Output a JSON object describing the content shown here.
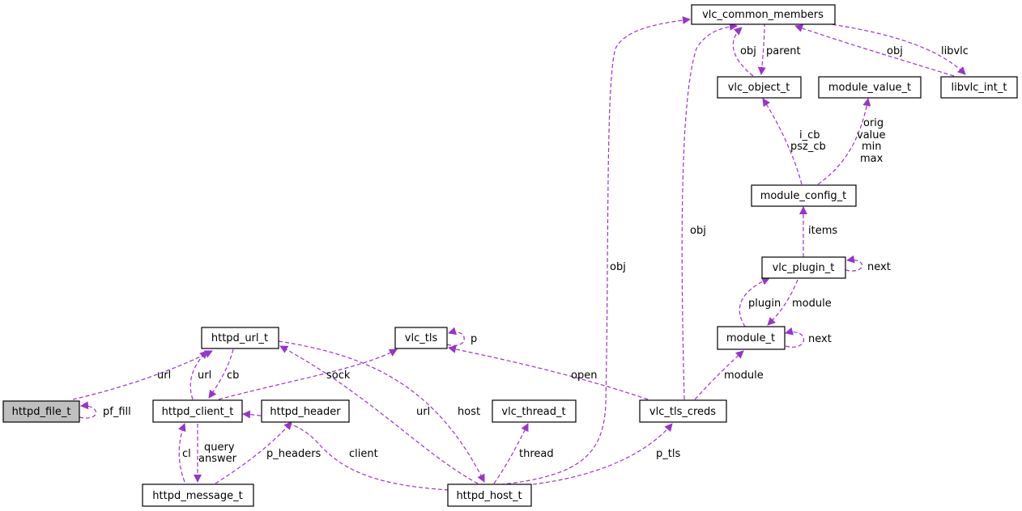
{
  "colors": {
    "edge": "#9a32cd",
    "node_border": "#000000",
    "highlight_fill": "#bfbfbf",
    "background": "#ffffff"
  },
  "nodes": {
    "vlc_common_members": "vlc_common_members",
    "vlc_object_t": "vlc_object_t",
    "module_value_t": "module_value_t",
    "libvlc_int_t": "libvlc_int_t",
    "module_config_t": "module_config_t",
    "vlc_plugin_t": "vlc_plugin_t",
    "module_t": "module_t",
    "httpd_url_t": "httpd_url_t",
    "vlc_tls": "vlc_tls",
    "httpd_file_t": "httpd_file_t",
    "httpd_client_t": "httpd_client_t",
    "httpd_header": "httpd_header",
    "vlc_thread_t": "vlc_thread_t",
    "vlc_tls_creds": "vlc_tls_creds",
    "httpd_message_t": "httpd_message_t",
    "httpd_host_t": "httpd_host_t"
  },
  "edge_labels": {
    "obj_common_object": "obj",
    "parent": "parent",
    "obj_libvlc": "obj",
    "libvlc": "libvlc",
    "i_cb": "i_cb",
    "psz_cb": "psz_cb",
    "orig": "orig",
    "value": "value",
    "min": "min",
    "max": "max",
    "items": "items",
    "next_plugin": "next",
    "plugin": "plugin",
    "module_plugin": "module",
    "next_module": "next",
    "module_creds": "module",
    "obj_creds": "obj",
    "obj_host": "obj",
    "p_tls_self": "p",
    "open": "open",
    "sock": "sock",
    "url_file": "url",
    "pf_fill": "pf_fill",
    "url_client": "url",
    "cb": "cb",
    "url_host": "url",
    "host": "host",
    "cl": "cl",
    "query": "query",
    "answer": "answer",
    "p_headers": "p_headers",
    "client": "client",
    "thread": "thread",
    "p_tls": "p_tls"
  }
}
